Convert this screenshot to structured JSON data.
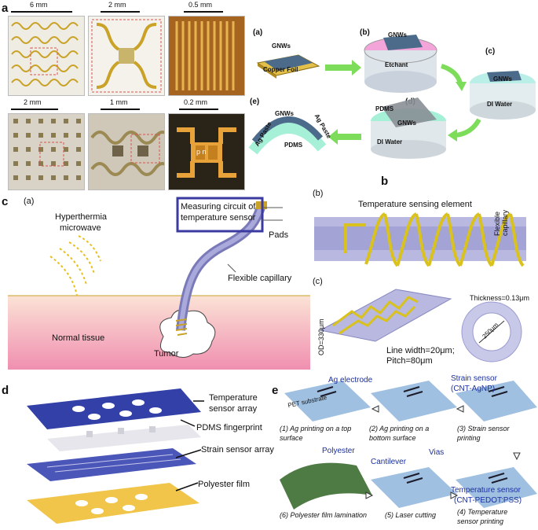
{
  "panels": {
    "a_label": "a",
    "b_label": "b",
    "c_label": "c",
    "d_label": "d",
    "e_label": "e"
  },
  "panel_a": {
    "scales": [
      "6 mm",
      "2 mm",
      "0.5 mm",
      "2 mm",
      "1 mm",
      "0.2 mm"
    ],
    "pn_text": "p  n",
    "steps": {
      "a": "(a)",
      "b": "(b)",
      "c": "(c)",
      "d": "(d)",
      "e": "(e)"
    },
    "labels": {
      "gnws": "GNWs",
      "copper_foil": "Copper Foil",
      "etchant": "Etchant",
      "di_water": "DI Water",
      "pdms": "PDMS",
      "ag_paste": "Ag Paste"
    }
  },
  "panel_c": {
    "sub_a": "(a)",
    "sub_b": "(b)",
    "sub_c": "(c)",
    "hyperthermia": "Hyperthermia",
    "microwave": "microwave",
    "measuring_line1": "Measuring circuit of",
    "measuring_line2": "temperature sensor",
    "pads": "Pads",
    "flexible_capillary": "Flexible capillary",
    "normal_tissue": "Normal tissue",
    "tumor": "Tumor",
    "temp_sensing_element": "Temperature sensing element",
    "flexible_capillary_vertical": "Flexible capillary",
    "thickness": "Thickness=0.13μm",
    "inner_dia": "250μm",
    "od": "OD=330μm",
    "line_width": "Line width=20μm;",
    "pitch": "Pitch=80μm"
  },
  "panel_d": {
    "temp_array_1": "Temperature",
    "temp_array_2": "sensor array",
    "pdms_fingerprint": "PDMS fingerprint",
    "strain_array": "Strain sensor array",
    "polyester_film": "Polyester film"
  },
  "panel_e": {
    "ag_electrode": "Ag electrode",
    "strain_sensor_1": "Strain sensor",
    "strain_sensor_2": "(CNT-AgNP)",
    "pet_substrate": "PET substrate",
    "step1_1": "(1) Ag printing on a top",
    "step1_2": "surface",
    "step2_1": "(2) Ag printing on a",
    "step2_2": "bottom surface",
    "step3_1": "(3) Strain sensor",
    "step3_2": "printing",
    "polyester": "Polyester",
    "cantilever": "Cantilever",
    "vias": "Vias",
    "temp_sensor_1": "Temperature sensor",
    "temp_sensor_2": "(CNT-PEDOT:PSS)",
    "step6": "(6) Polyester film lamination",
    "step5": "(5) Laser cutting",
    "step4_1": "(4) Temperature",
    "step4_2": "sensor printing"
  },
  "colors": {
    "gold": "#c9a227",
    "blue_text": "#1b2f9e",
    "arrow_green": "#7ddc5a",
    "tissue_pink": "#f6b9c6",
    "capillary": "#8f8fc8"
  }
}
